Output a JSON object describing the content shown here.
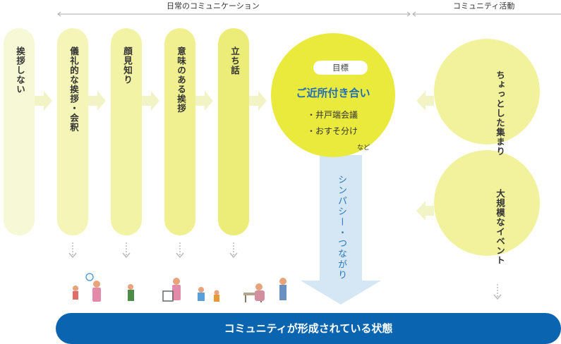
{
  "header": {
    "daily_label": "日常のコミュニケーション",
    "activity_label": "コミュニティ活動"
  },
  "stages": [
    {
      "label": "挨拶しない"
    },
    {
      "label": "儀礼的な挨拶・会釈"
    },
    {
      "label": "顔見知り"
    },
    {
      "label": "意味のある挨拶"
    },
    {
      "label": "立ち話"
    }
  ],
  "goal": {
    "badge": "目標",
    "title": "ご近所付き合い",
    "items": [
      "・井戸端会議",
      "・おすそ分け"
    ],
    "note": "など"
  },
  "activities": [
    {
      "label": "ちょっとした集まり"
    },
    {
      "label": "大規模なイベント"
    }
  ],
  "sympathy_label": "シンパシー・つながり",
  "banner_label": "コミュニティが形成されている状態",
  "colors": {
    "stage_first": "#f7f8d6",
    "stage_light": "#f5f5b8",
    "stage_mid": "#f1f196",
    "stage_strong": "#ecec75",
    "goal": "#e9ea3c",
    "activity_circle": "#f0f08c",
    "arrow": "#f3f4c6",
    "sympathy_arrow": "#d5e6f4",
    "sympathy_text": "#2b79bd",
    "banner": "#0a64b0",
    "goal_title": "#1e6bb8"
  },
  "icons": [
    "gray-dashed-down-arrow-icon",
    "people-illustration"
  ]
}
